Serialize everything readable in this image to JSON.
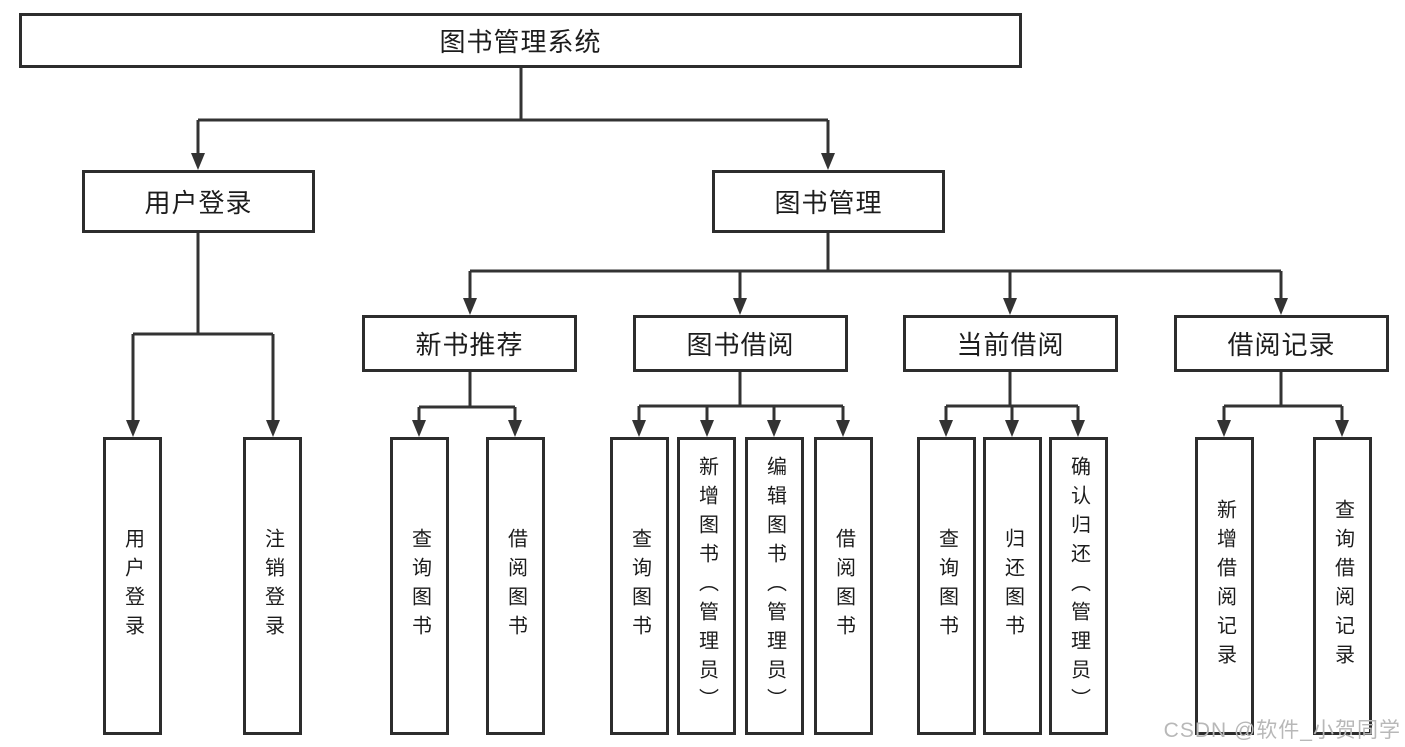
{
  "diagram": {
    "title": {
      "label": "图书管理系统"
    },
    "level2": [
      {
        "label": "用户登录"
      },
      {
        "label": "图书管理"
      }
    ],
    "level3": [
      {
        "label": "新书推荐"
      },
      {
        "label": "图书借阅"
      },
      {
        "label": "当前借阅"
      },
      {
        "label": "借阅记录"
      }
    ],
    "leaves": {
      "user_login": [
        {
          "label": "用户登录"
        },
        {
          "label": "注销登录"
        }
      ],
      "new_book_recommend": [
        {
          "label": "查询图书"
        },
        {
          "label": "借阅图书"
        }
      ],
      "book_borrow": [
        {
          "label": "查询图书"
        },
        {
          "label": "新增图书（管理员）"
        },
        {
          "label": "编辑图书（管理员）"
        },
        {
          "label": "借阅图书"
        }
      ],
      "current_borrow": [
        {
          "label": "查询图书"
        },
        {
          "label": "归还图书"
        },
        {
          "label": "确认归还（管理员）"
        }
      ],
      "borrow_records": [
        {
          "label": "新增借阅记录"
        },
        {
          "label": "查询借阅记录"
        }
      ]
    },
    "watermark": "CSDN @软件_小贺同学",
    "colors": {
      "line": "#333333",
      "border": "#2d2d2d",
      "text": "#1c1c1c",
      "watermark": "#b8b8b8",
      "background": "#ffffff"
    }
  }
}
